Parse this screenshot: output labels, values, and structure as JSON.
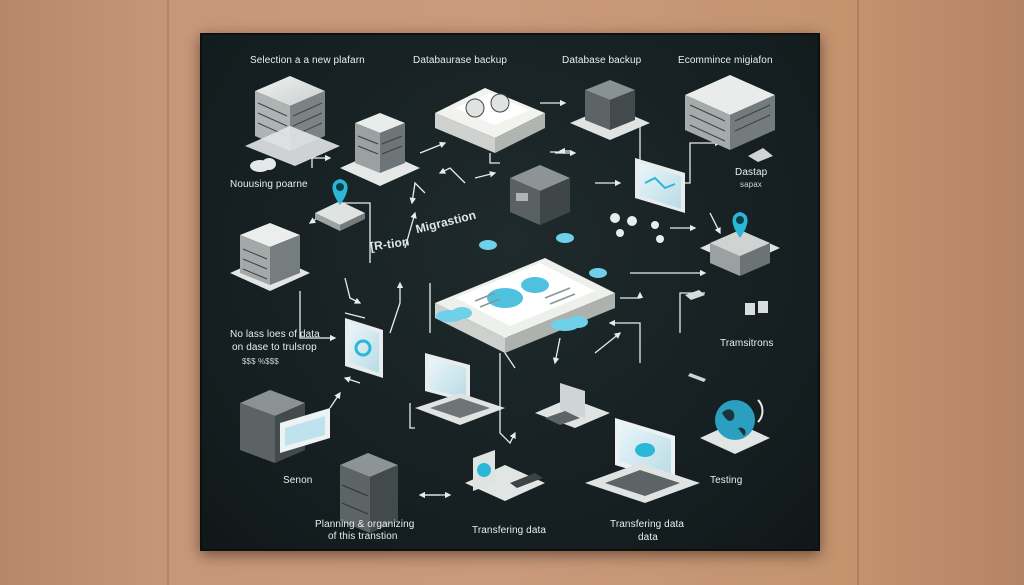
{
  "titles": {
    "top_1": "Selection a a new plafarn",
    "top_2": "Databaurase backup",
    "top_3": "Database backup",
    "top_4": "Ecommince migiafon"
  },
  "labels": {
    "noussing": "Nouusing poarne",
    "dastap": "Dastap",
    "dastap_sub": "sapax",
    "rtion": "[R-tion",
    "migration": "Migrastion",
    "no_loss_1": "No lass loes of data",
    "no_loss_2": "on dase to trulsrop",
    "no_loss_3": "$$$ %$$$",
    "transitions": "Tramsitrons",
    "senon": "Senon",
    "testing": "Testing",
    "planning_1": "Planning & organizing",
    "planning_2": "of this transtion",
    "transferring_1": "Transfering data",
    "transferring_2a": "Transfering data",
    "transferring_2b": "data"
  },
  "colors": {
    "board": "#162022",
    "accent": "#2bb7d8",
    "device_light": "#dfe3e2",
    "device_dark": "#5d6466",
    "arrow": "#e6ecee"
  }
}
